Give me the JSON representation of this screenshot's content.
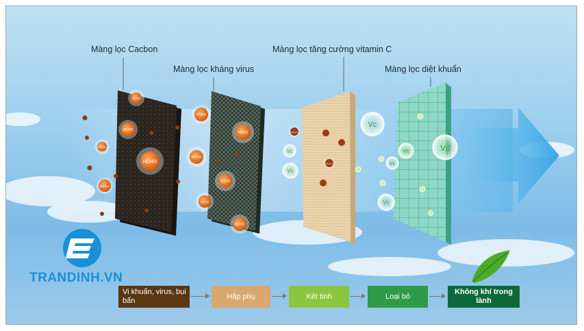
{
  "labels": {
    "carbon": "Màng lọc Cacbon",
    "antivirus": "Màng lọc kháng virus",
    "vitaminc": "Màng lọc tăng cường vitamin C",
    "antibacterial": "Màng lọc diệt khuẩn"
  },
  "particles": {
    "formaldehyde": "HCHO",
    "bacteria": "Bacteria",
    "vitamin": "Vc"
  },
  "brand": "TRANDINH.VN",
  "process": {
    "step1": "Vi khuẩn, virus, bụi bẩn",
    "step2": "Hấp phụ",
    "step3": "Kết tinh",
    "step4": "Loại bỏ",
    "step5": "Không khí trong lành"
  },
  "colors": {
    "step1": "#5a3613",
    "step2": "#d9a86e",
    "step3": "#8cc63f",
    "step4": "#2f9a48",
    "step5": "#0d6a38",
    "brand": "#1a8fd8"
  },
  "icons": [
    "etra-logo-icon",
    "leaf-icon",
    "flow-arrow-icon"
  ]
}
